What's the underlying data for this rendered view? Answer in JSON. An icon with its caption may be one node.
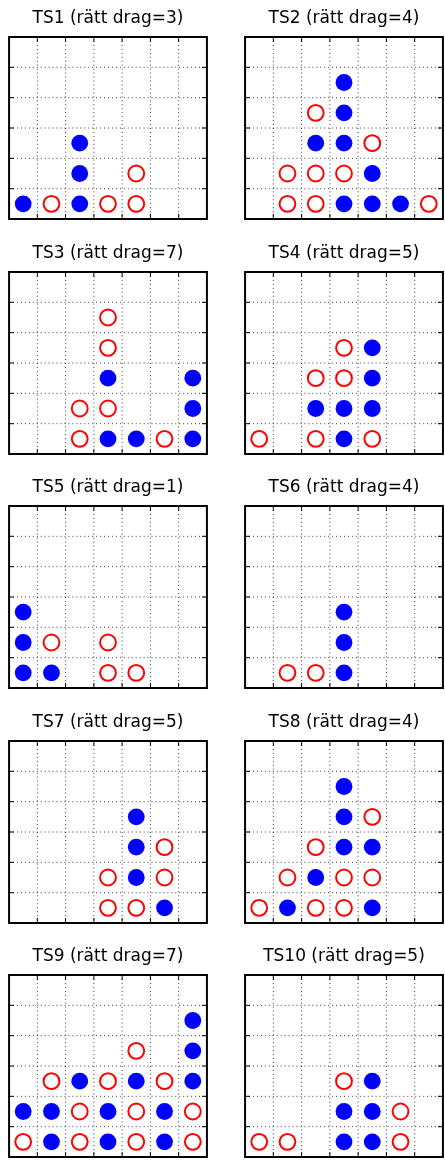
{
  "diagram": {
    "nodes": [
      {
        "text": [
          "TS1 (rätt drag=3)"
        ]
      },
      {
        "text": [
          "TS2 (rätt drag=4)"
        ]
      },
      {
        "text": [
          "TS3 (rätt drag=7)"
        ]
      },
      {
        "text": [
          "TS4 (rätt drag=5)"
        ]
      },
      {
        "text": [
          "TS5 (rätt drag=1)"
        ]
      },
      {
        "text": [
          "TS6 (rätt drag=4)"
        ]
      },
      {
        "text": [
          "TS7 (rätt drag=5)"
        ]
      },
      {
        "text": [
          "TS8 (rätt drag=4)"
        ]
      },
      {
        "text": [
          "TS9 (rätt drag=7)"
        ]
      },
      {
        "text": [
          "TS10 (rätt drag=5)"
        ]
      }
    ]
  }
}
